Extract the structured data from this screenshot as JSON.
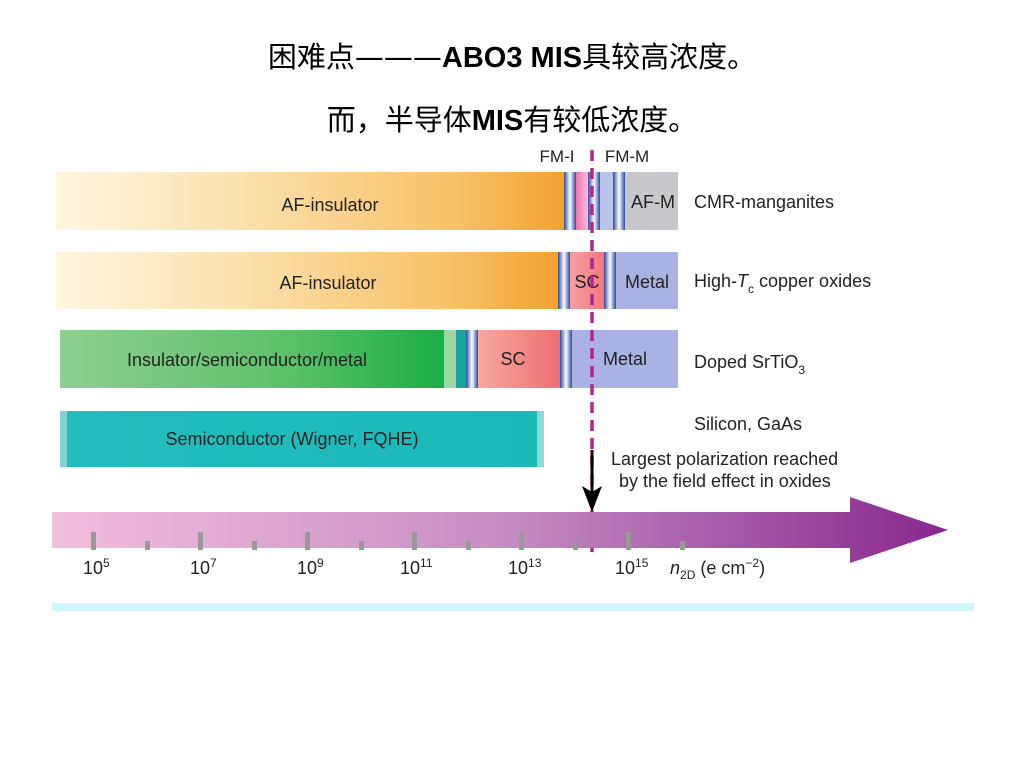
{
  "slide": {
    "title_line1": {
      "prefix": "困难点———",
      "bold": "ABO3 MIS",
      "suffix": "具较高浓度。"
    },
    "title_line2": {
      "prefix": "而，半导体",
      "bold": "MIS",
      "suffix": "有较低浓度。"
    }
  },
  "diagram": {
    "top_labels": {
      "fm_i": "FM-I",
      "fm_m": "FM-M"
    },
    "rows": [
      {
        "material": "CMR-manganites",
        "segments": {
          "main": "AF-insulator",
          "end": "AF-M"
        }
      },
      {
        "material_prefix": "High-",
        "material_var": "T",
        "material_sub": "c",
        "material_suffix": " copper oxides",
        "segments": {
          "main": "AF-insulator",
          "sc": "SC",
          "metal": "Metal"
        }
      },
      {
        "material_prefix": "Doped SrTiO",
        "material_sub": "3",
        "segments": {
          "main": "Insulator/semiconductor/metal",
          "sc": "SC",
          "metal": "Metal"
        }
      },
      {
        "material": "Silicon, GaAs",
        "segments": {
          "main": "Semiconductor (Wigner, FQHE)"
        }
      }
    ],
    "annotation": {
      "line1": "Largest polarization reached",
      "line2": "by the field effect in oxides"
    },
    "axis": {
      "ticks": [
        {
          "base": "10",
          "exp": "5"
        },
        {
          "base": "10",
          "exp": "7"
        },
        {
          "base": "10",
          "exp": "9"
        },
        {
          "base": "10",
          "exp": "11"
        },
        {
          "base": "10",
          "exp": "13"
        },
        {
          "base": "10",
          "exp": "15"
        }
      ],
      "label_var": "n",
      "label_sub": "2D",
      "label_units_pre": " (e cm",
      "label_units_sup": "−2",
      "label_units_post": ")"
    }
  },
  "colors": {
    "af_insulator_orange": "#f5a623",
    "insulator_green": "#1db34a",
    "semiconductor_teal": "#1cbcbc",
    "sc_red": "#ef7878",
    "metal_blue": "#a6aee2",
    "af_m_gray": "#c8c8cc",
    "dashed_line_magenta": "#b0288c",
    "axis_arrow_purple": "#8a2a8c",
    "footer_line_cyan": "#cff7fb"
  }
}
